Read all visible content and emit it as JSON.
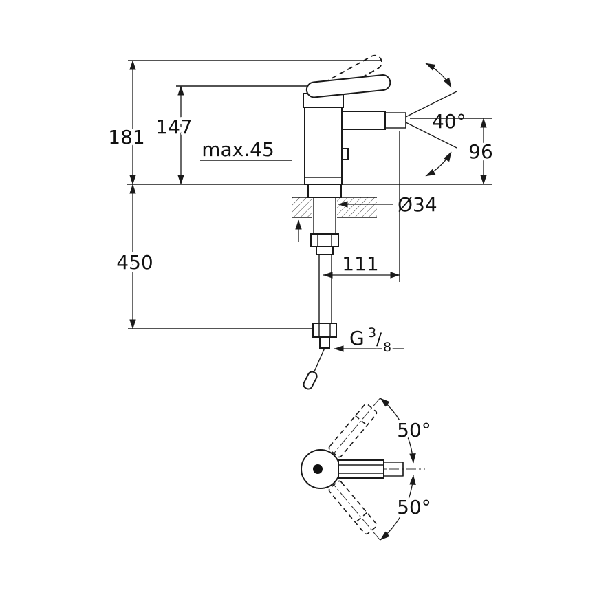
{
  "front_view": {
    "overall_height": "181",
    "lever_height": "147",
    "max_counter": "max.45",
    "spout_angle": "40°",
    "outlet_height": "96",
    "body_diameter": "Ø34",
    "hose_length": "450",
    "spout_reach": "111",
    "thread": {
      "prefix": "G",
      "numerator": "3",
      "slash": "/",
      "denominator": "8"
    }
  },
  "top_view": {
    "swivel_up": "50°",
    "swivel_down": "50°"
  },
  "colors": {
    "line": "#1a1a1a",
    "background": "#ffffff",
    "hatch": "#444444"
  }
}
